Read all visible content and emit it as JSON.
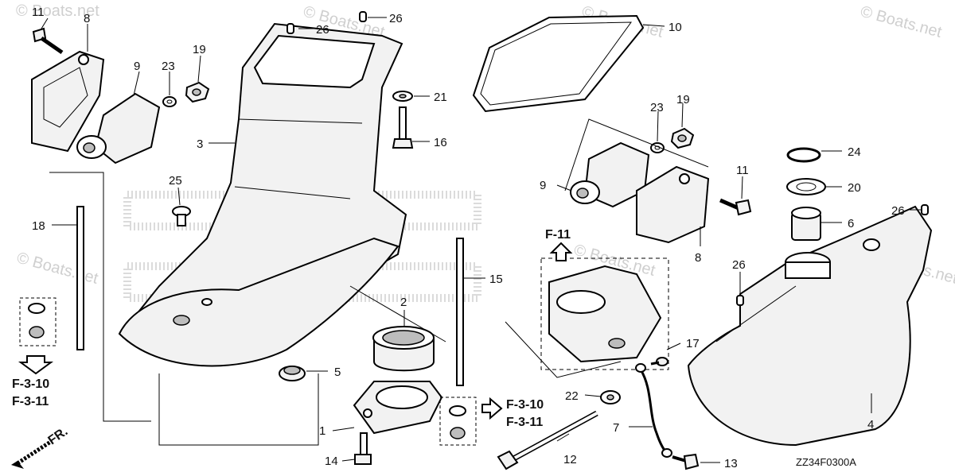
{
  "watermark": "© Boats.net",
  "diagram_code": "ZZ34F0300A",
  "front_label": "FR.",
  "refs": {
    "f311_top": "F-11",
    "left_a": "F-3-10",
    "left_b": "F-3-11",
    "mid_a": "F-3-10",
    "mid_b": "F-3-11"
  },
  "callouts": {
    "c1": "1",
    "c2": "2",
    "c3": "3",
    "c4": "4",
    "c5": "5",
    "c6": "6",
    "c7": "7",
    "c8a": "8",
    "c8b": "8",
    "c9a": "9",
    "c9b": "9",
    "c10": "10",
    "c11a": "11",
    "c11b": "11",
    "c12": "12",
    "c13": "13",
    "c14": "14",
    "c15": "15",
    "c16": "16",
    "c17": "17",
    "c18": "18",
    "c19a": "19",
    "c19b": "19",
    "c20": "20",
    "c21": "21",
    "c22": "22",
    "c23a": "23",
    "c23b": "23",
    "c24": "24",
    "c25": "25",
    "c26a": "26",
    "c26b": "26",
    "c26c": "26",
    "c26d": "26"
  }
}
